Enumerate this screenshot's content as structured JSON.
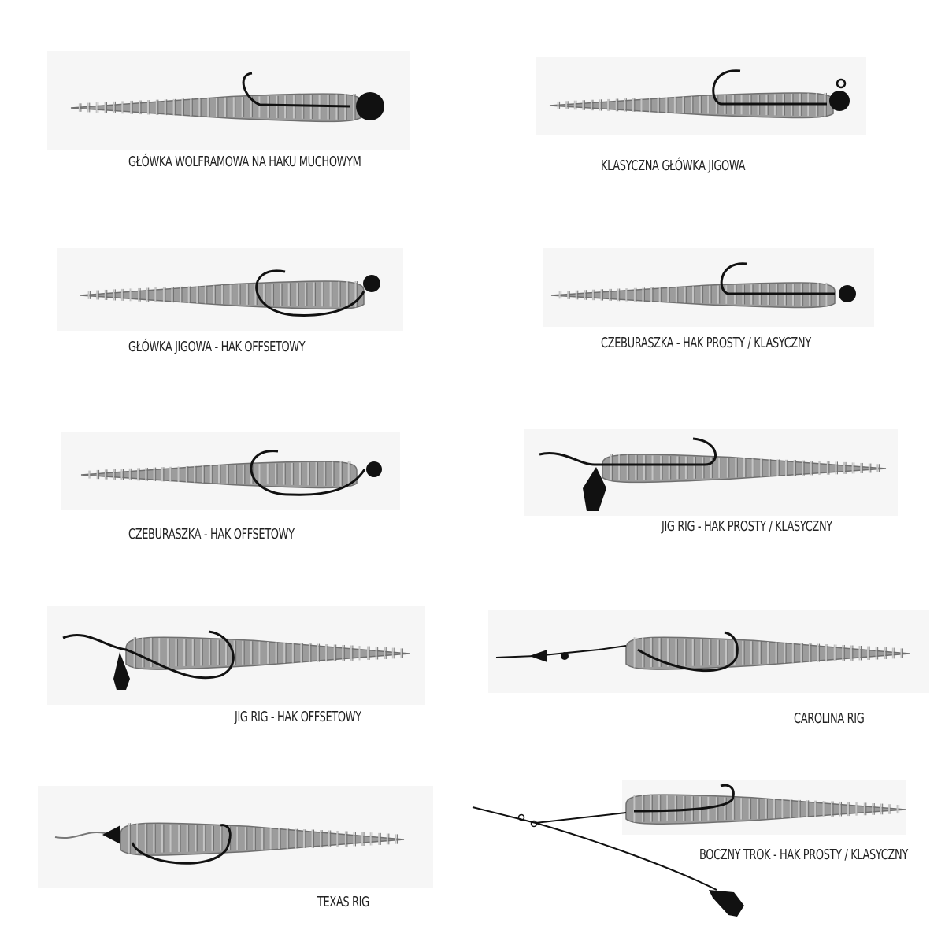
{
  "rigs": [
    {
      "id": "r1",
      "caption": "GŁÓWKA WOLFRAMOWA NA HAKU MUCHOWYM"
    },
    {
      "id": "r2",
      "caption": "KLASYCZNA GŁÓWKA JIGOWA"
    },
    {
      "id": "r3",
      "caption": "GŁÓWKA JIGOWA - HAK OFFSETOWY"
    },
    {
      "id": "r4",
      "caption": "CZEBURASZKA - HAK PROSTY / KLASYCZNY"
    },
    {
      "id": "r5",
      "caption": "CZEBURASZKA - HAK OFFSETOWY"
    },
    {
      "id": "r6",
      "caption": "JIG RIG - HAK PROSTY / KLASYCZNY"
    },
    {
      "id": "r7",
      "caption": "JIG RIG - HAK OFFSETOWY"
    },
    {
      "id": "r8",
      "caption": "CAROLINA RIG"
    },
    {
      "id": "r9",
      "caption": "TEXAS RIG"
    },
    {
      "id": "r10",
      "caption": "BOCZNY TROK - HAK PROSTY / KLASYCZNY"
    }
  ],
  "colors": {
    "worm": "#9c9c9c",
    "worm_dark": "#6f6f6f",
    "worm_light": "#c4c4c4",
    "line": "#111111",
    "bg_panel": "#f5f5f5"
  }
}
